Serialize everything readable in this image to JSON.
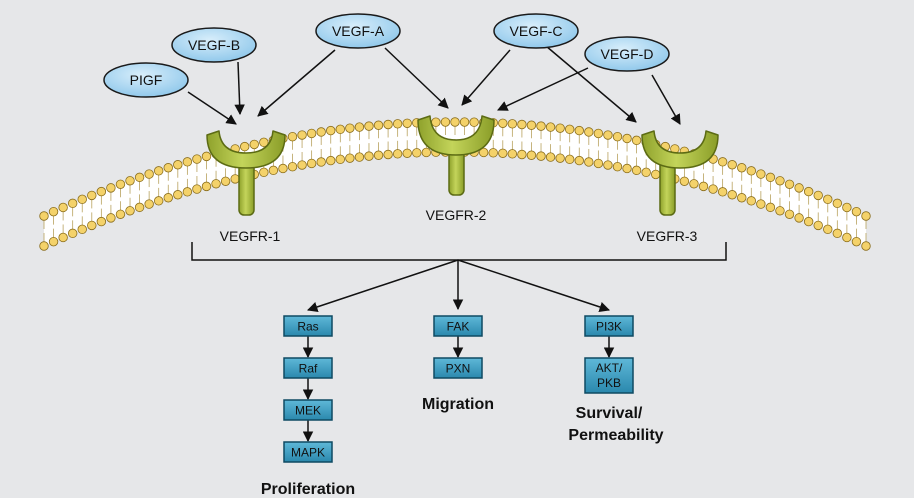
{
  "ligands": {
    "pigf": "PIGF",
    "vegf_b": "VEGF-B",
    "vegf_a": "VEGF-A",
    "vegf_c": "VEGF-C",
    "vegf_d": "VEGF-D"
  },
  "receptors": {
    "r1": "VEGFR-1",
    "r2": "VEGFR-2",
    "r3": "VEGFR-3"
  },
  "pathways": {
    "proliferation": [
      "Ras",
      "Raf",
      "MEK",
      "MAPK"
    ],
    "migration": [
      "FAK",
      "PXN"
    ],
    "survival": [
      "PI3K",
      "AKT/",
      "PKB"
    ]
  },
  "outcomes": {
    "proliferation": "Proliferation",
    "migration": "Migration",
    "survival_line1": "Survival/",
    "survival_line2": "Permeability"
  },
  "colors": {
    "background": "#e6e7e9",
    "ligand_fill": "#a9d6f2",
    "receptor_fill": "#a7b93c",
    "box_fill": "#3a9ebf",
    "lipid_head": "#f4d26a"
  }
}
